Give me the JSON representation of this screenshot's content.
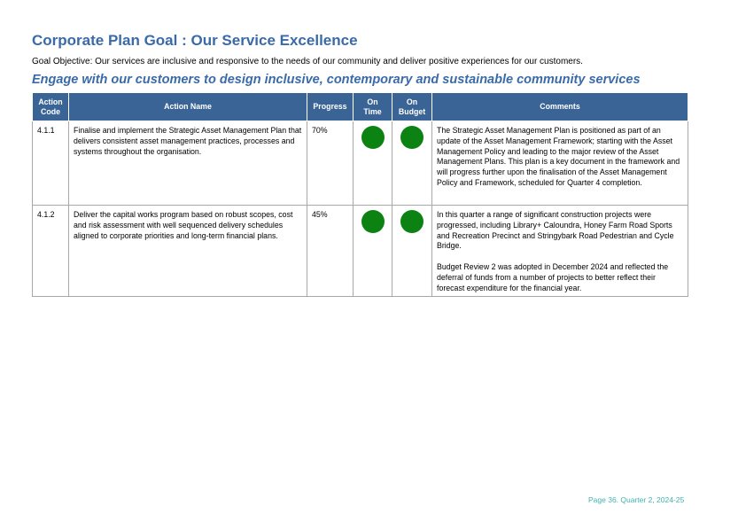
{
  "page": {
    "title": "Corporate Plan Goal : Our Service Excellence",
    "objective": "Goal Objective: Our services are inclusive and responsive to the needs of our community and deliver positive experiences for our customers.",
    "subtitle": "Engage with our customers to design inclusive, contemporary and sustainable community services",
    "footer": "Page 36. Quarter 2, 2024-25"
  },
  "table": {
    "headers": {
      "code_line1": "Action",
      "code_line2": "Code",
      "name": "Action Name",
      "progress": "Progress",
      "on_time_line1": "On",
      "on_time_line2": "Time",
      "on_budget_line1": "On",
      "on_budget_line2": "Budget",
      "comments": "Comments"
    },
    "rows": [
      {
        "code": "4.1.1",
        "name": "Finalise and implement the Strategic Asset Management Plan that delivers consistent asset management practices, processes and systems throughout the organisation.",
        "progress": "70%",
        "on_time_status": "green",
        "on_budget_status": "green",
        "comments": [
          "The Strategic Asset Management Plan is positioned as part of an update of the Asset Management Framework; starting with the Asset Management Policy and leading to the major review of the Asset Management Plans. This plan is a key document in the framework and will progress further upon the finalisation of the Asset Management Policy and Framework, scheduled for Quarter 4 completion."
        ]
      },
      {
        "code": "4.1.2",
        "name": "Deliver the capital works program based on robust scopes, cost and risk assessment with well sequenced delivery schedules aligned to corporate priorities and long-term financial plans.",
        "progress": "45%",
        "on_time_status": "green",
        "on_budget_status": "green",
        "comments": [
          "In this quarter a range of significant construction projects were progressed, including Library+ Caloundra, Honey Farm Road Sports and Recreation Precinct and Stringybark Road Pedestrian and Cycle Bridge.",
          "Budget Review 2 was adopted in December 2024 and reflected the deferral of funds from a number of projects to better reflect their forecast expenditure for the financial year."
        ]
      }
    ]
  },
  "colors": {
    "heading": "#3A6AA8",
    "table_header": "#3A6496",
    "status_green": "#0B8212",
    "footer": "#3FB3B0"
  }
}
